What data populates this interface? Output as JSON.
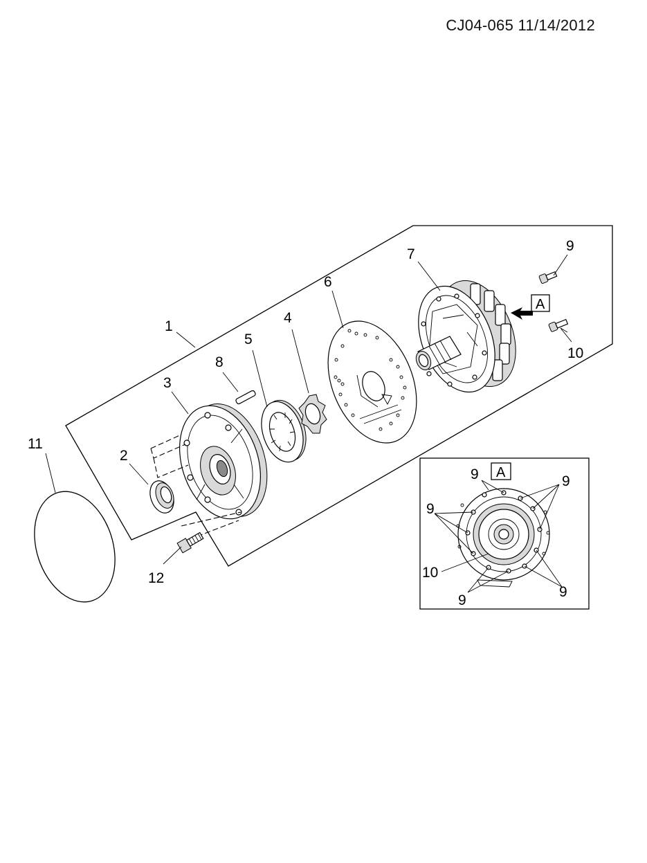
{
  "header": {
    "code": "CJ04-065  11/14/2012"
  },
  "callouts": {
    "c1": "1",
    "c2": "2",
    "c3": "3",
    "c4": "4",
    "c5": "5",
    "c6": "6",
    "c7": "7",
    "c8": "8",
    "c9": "9",
    "c10": "10",
    "c11": "11",
    "c12": "12"
  },
  "view_label": "A",
  "detail": {
    "label": "A",
    "callouts": [
      "9",
      "9",
      "9",
      "10",
      "9",
      "9"
    ]
  }
}
